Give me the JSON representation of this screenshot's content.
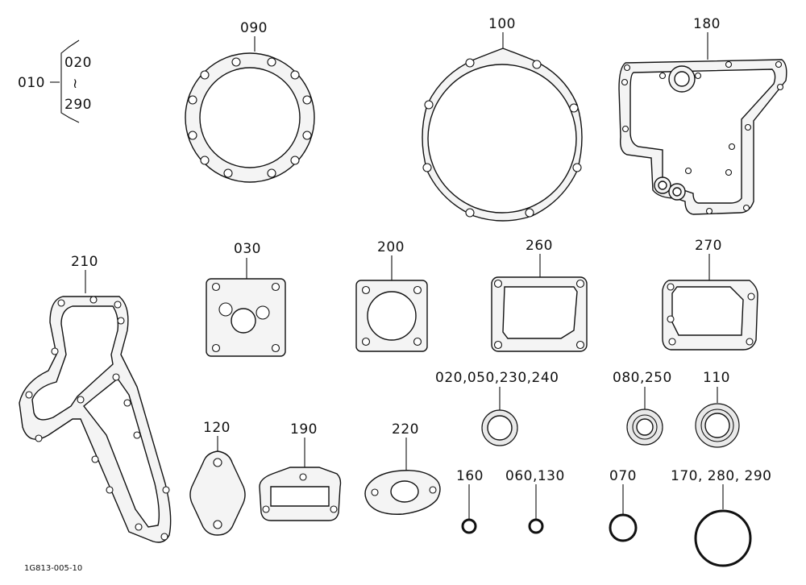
{
  "labels": {
    "p010": "010",
    "p020": "020",
    "tilde": "≀",
    "p290": "290",
    "p090": "090",
    "p100": "100",
    "p180": "180",
    "p210": "210",
    "p030": "030",
    "p200": "200",
    "p260": "260",
    "p270": "270",
    "p020_050_230_240": "020,050,230,240",
    "p080_250": "080,250",
    "p110": "110",
    "p120": "120",
    "p190": "190",
    "p220": "220",
    "p160": "160",
    "p060_130": "060,130",
    "p070": "070",
    "p170_280_290": "170, 280, 290"
  },
  "drawing_code": "1G813-005-10"
}
